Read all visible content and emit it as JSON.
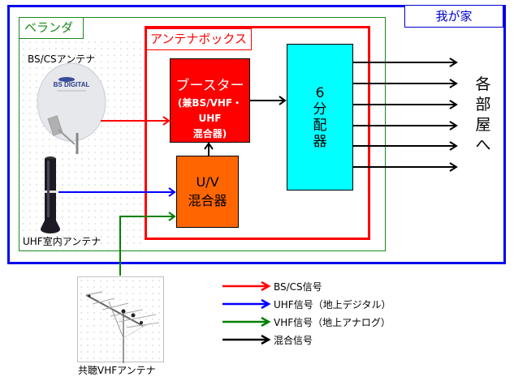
{
  "house": {
    "label": "我が家"
  },
  "veranda": {
    "label": "ベランダ"
  },
  "antenna_box": {
    "label": "アンテナボックス"
  },
  "bs_antenna": {
    "label": "BS/CSアンテナ",
    "dish_text": "BS DIGITAL"
  },
  "uhf_antenna": {
    "label": "UHF室内アンテナ"
  },
  "vhf_antenna": {
    "label": "共聴VHFアンテナ"
  },
  "booster": {
    "title": "ブースター",
    "line1": "(兼BS/VHF・",
    "line2": "UHF",
    "line3": "混合器)"
  },
  "uv_mixer": {
    "line1": "U/V",
    "line2": "混合器"
  },
  "splitter": {
    "line1": "6",
    "line2": "分",
    "line3": "配",
    "line4": "器"
  },
  "rooms": {
    "line1": "各",
    "line2": "部",
    "line3": "屋",
    "line4": "へ"
  },
  "splitter_outputs": 6,
  "legend": [
    {
      "label": "BS/CS信号",
      "color": "#ff0000"
    },
    {
      "label": "UHF信号（地上デジタル）",
      "color": "#0000ff"
    },
    {
      "label": "VHF信号（地上アナログ）",
      "color": "#008000"
    },
    {
      "label": "混合信号",
      "color": "#000000"
    }
  ]
}
